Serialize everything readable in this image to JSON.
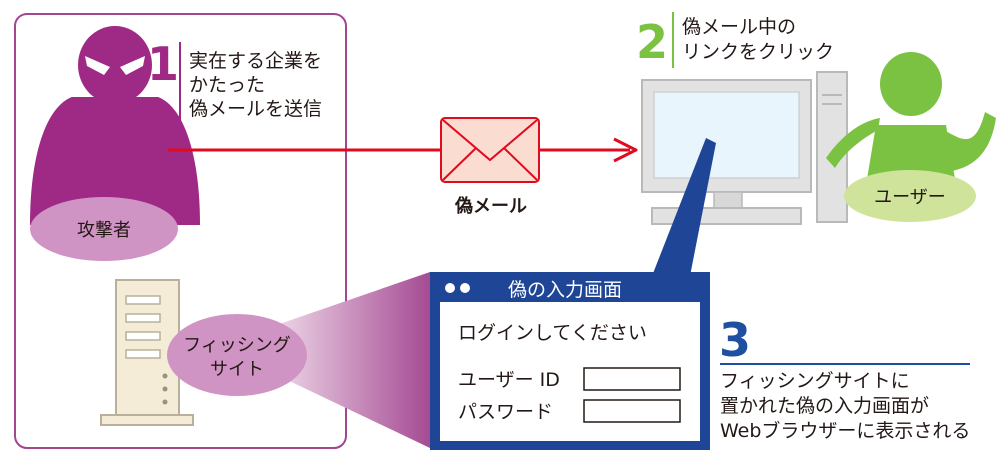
{
  "step1": {
    "number": "1",
    "lines": [
      "実在する企業を",
      "かたった",
      "偽メールを送信"
    ]
  },
  "step2": {
    "number": "2",
    "lines": [
      "偽メール中の",
      "リンクをクリック"
    ]
  },
  "step3": {
    "number": "3",
    "lines": [
      "フィッシングサイトに",
      "置かれた偽の入力画面が",
      "Webブラウザーに表示される"
    ]
  },
  "attacker_label": "攻撃者",
  "user_label": "ユーザー",
  "mail_label": "偽メール",
  "phishing_site_label": [
    "フィッシング",
    "サイト"
  ],
  "fake_window": {
    "title": "偽の入力画面",
    "login_prompt": "ログインしてください",
    "user_id_label": "ユーザー ID",
    "password_label": "パスワード"
  },
  "colors": {
    "attacker": "#9e2a86",
    "attacker_label_bg": "#cf93c4",
    "user": "#7cc242",
    "user_label_bg": "#cfe39a",
    "arrow": "#e00b1f",
    "step_num_purple": "#9e2a86",
    "step_num_green": "#7cc242",
    "step_num_blue": "#1e4fa0",
    "window_blue": "#1e4596"
  }
}
